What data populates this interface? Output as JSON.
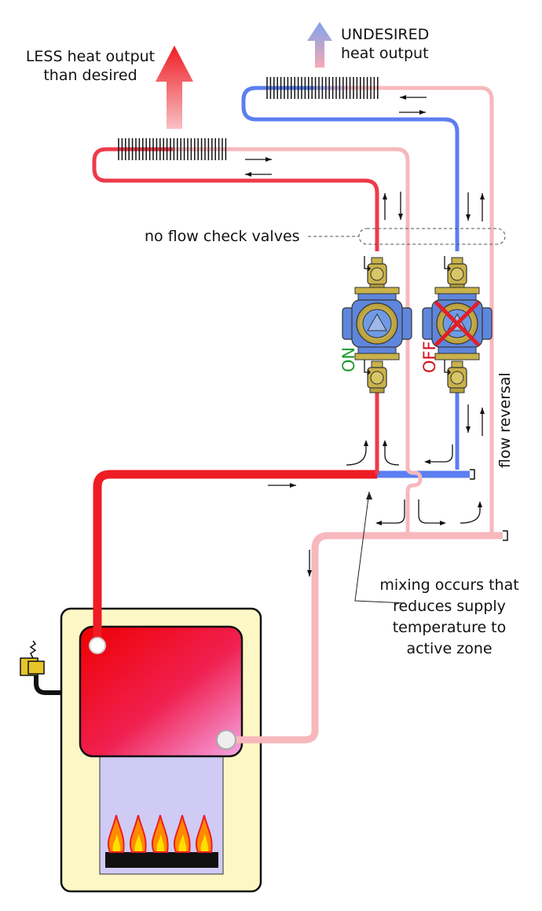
{
  "labels": {
    "less_heat_line1": "LESS heat output",
    "less_heat_line2": "than desired",
    "undesired_line1": "UNDESIRED",
    "undesired_line2": "heat output",
    "check_valves": "no flow check valves",
    "pump_on": "ON",
    "pump_off": "OFF",
    "flow_reversal": "flow reversal",
    "mixing_line1": "mixing occurs that",
    "mixing_line2": "reduces supply",
    "mixing_line3": "temperature to",
    "mixing_line4": "active zone"
  },
  "colors": {
    "hot_red": "#ee1c24",
    "warm_pink": "#f7b8bc",
    "cold_blue": "#5b7ff0",
    "on_green": "#1a9a2a",
    "off_red": "#d0101c",
    "boiler_cream": "#fdf7c6",
    "firebox_lavender": "#cfcbf5",
    "valve_gold": "#c9b24a",
    "pump_blue": "#5f86dc"
  },
  "icons": [
    "arrow-up-icon",
    "flow-arrow-icon",
    "check-valve-icon",
    "circulator-pump-icon",
    "flame-icon",
    "relief-valve-icon",
    "x-mark-icon"
  ]
}
